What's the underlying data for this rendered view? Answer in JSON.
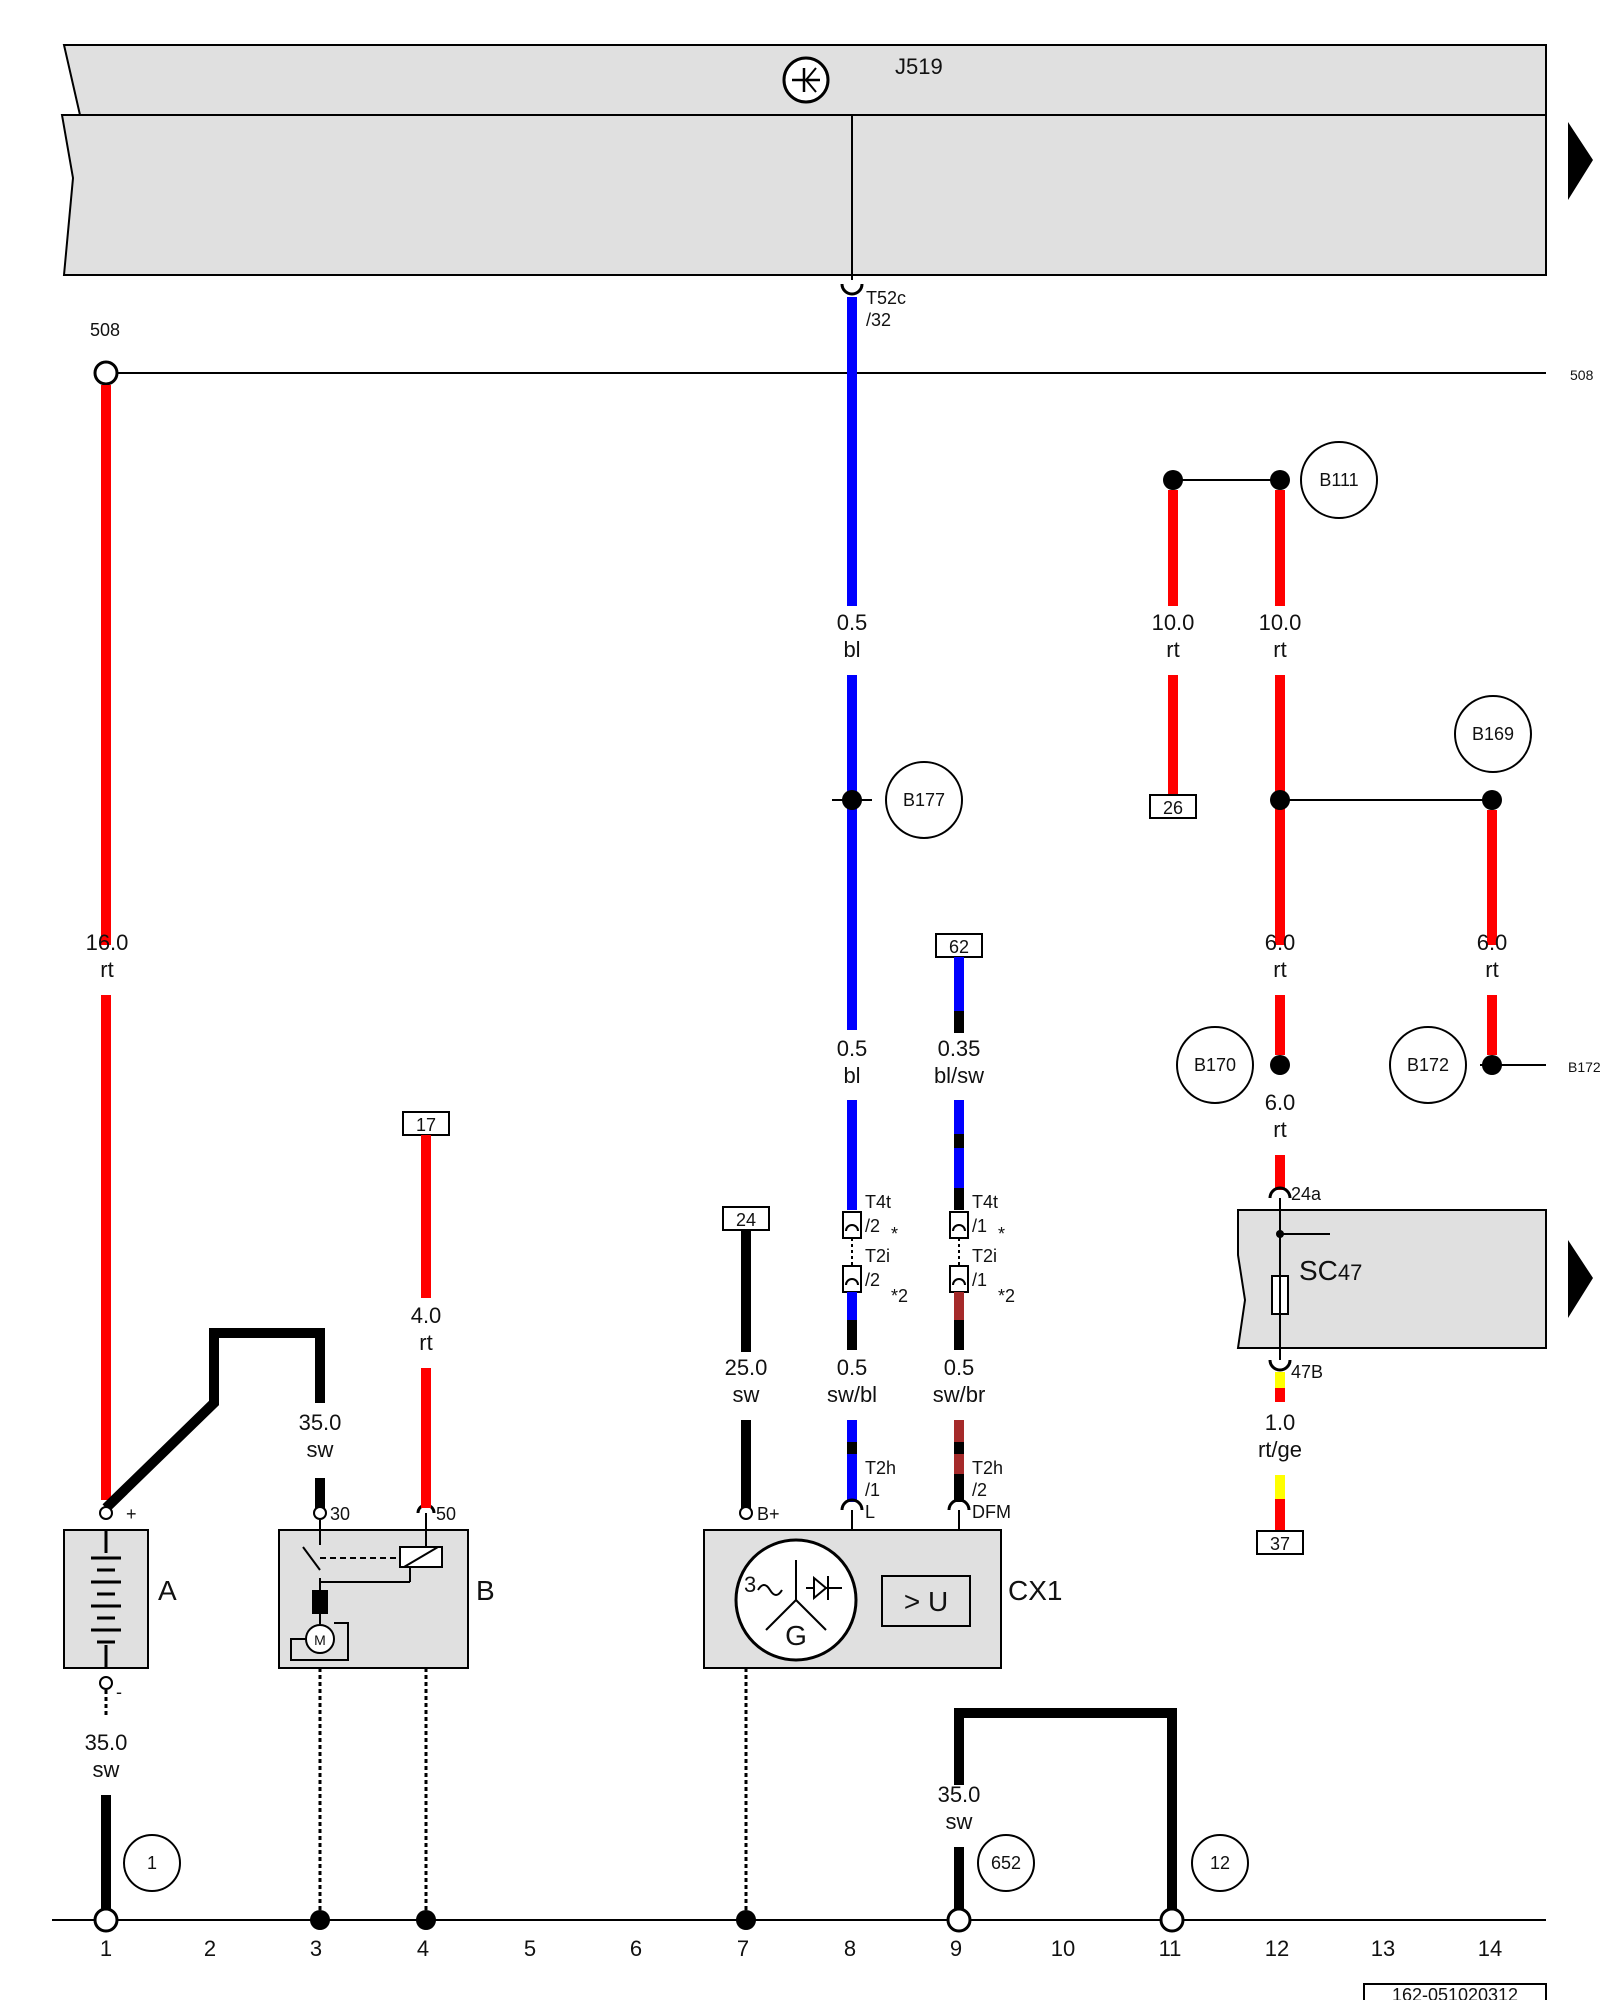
{
  "diagram": {
    "document_id": "162-051020312",
    "components": {
      "A": "A",
      "B": "B",
      "CX1": "CX1",
      "CX1_sub": "1",
      "J519": "J519",
      "SC47": "SC47",
      "SC47_sub": "47",
      "voltage_box": "> U",
      "gen_G": "G",
      "gen_3": "3"
    },
    "columns": [
      "1",
      "2",
      "3",
      "4",
      "5",
      "6",
      "7",
      "8",
      "9",
      "10",
      "11",
      "12",
      "13",
      "14"
    ],
    "ground_points": [
      "1",
      "652",
      "12"
    ],
    "connection_points": [
      "B111",
      "B169",
      "B170",
      "B172",
      "B177"
    ],
    "edge_labels": {
      "b172": "B172",
      "bus_508_right": "508",
      "bus_508_left": "508"
    },
    "reference_boxes": {
      "r17": "17",
      "r24": "24",
      "r26": "26",
      "r37": "37",
      "r62": "62"
    },
    "wires": {
      "w16": {
        "gauge": "16.0",
        "color": "rt"
      },
      "w35a": {
        "gauge": "35.0",
        "color": "sw"
      },
      "w35b": {
        "gauge": "35.0",
        "color": "sw"
      },
      "w35c": {
        "gauge": "35.0",
        "color": "sw"
      },
      "w40": {
        "gauge": "4.0",
        "color": "rt"
      },
      "w25": {
        "gauge": "25.0",
        "color": "sw"
      },
      "w05a": {
        "gauge": "0.5",
        "color": "bl"
      },
      "w05b": {
        "gauge": "0.5",
        "color": "bl"
      },
      "w035": {
        "gauge": "0.35",
        "color": "bl/sw"
      },
      "w05swbl": {
        "gauge": "0.5",
        "color": "sw/bl"
      },
      "w05swbr": {
        "gauge": "0.5",
        "color": "sw/br"
      },
      "w10a": {
        "gauge": "10.0",
        "color": "rt"
      },
      "w10b": {
        "gauge": "10.0",
        "color": "rt"
      },
      "w6a": {
        "gauge": "6.0",
        "color": "rt"
      },
      "w6b": {
        "gauge": "6.0",
        "color": "rt"
      },
      "w6c": {
        "gauge": "6.0",
        "color": "rt"
      },
      "w1": {
        "gauge": "1.0",
        "color": "rt/ge"
      }
    },
    "pins": {
      "plus": "+",
      "minus": "-",
      "p30": "30",
      "p50": "50",
      "bplus": "B+",
      "t52c": "T52c",
      "t52c_pin": "/32",
      "t4t_a": "T4t",
      "t4t_a_pin": "/2",
      "t4t_b": "T4t",
      "t4t_b_pin": "/1",
      "t2i_a": "T2i",
      "t2i_a_pin": "/2",
      "t2i_b": "T2i",
      "t2i_b_pin": "/1",
      "t2h_a": "T2h",
      "t2h_a_pin": "/1",
      "t2h_a_sig": "L",
      "t2h_b": "T2h",
      "t2h_b_pin": "/2",
      "t2h_b_sig": "DFM",
      "p24a": "24a",
      "p47b": "47B",
      "motor": "M"
    },
    "footnotes": {
      "star_a": "*",
      "star_b": "*",
      "star2_a": "*2",
      "star2_b": "*2"
    },
    "colors": {
      "rt": "#ff0000",
      "sw": "#000000",
      "bl": "#0000ff",
      "br": "#a52a2a",
      "ge": "#ffff00",
      "component_fill": "#e0e0e0"
    }
  }
}
